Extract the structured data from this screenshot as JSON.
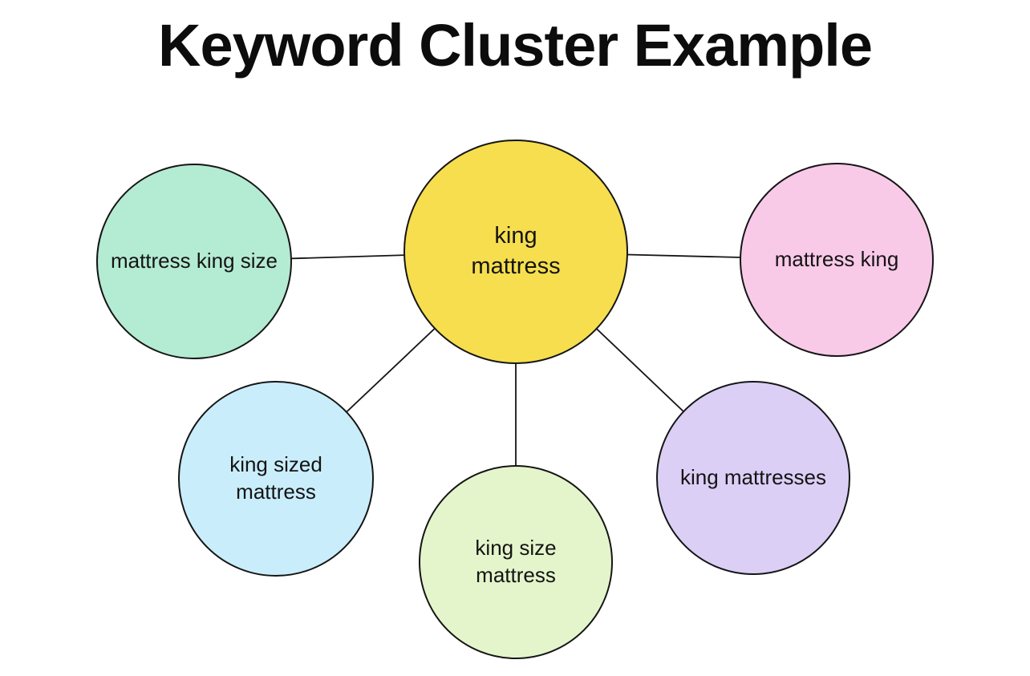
{
  "title": "Keyword Cluster Example",
  "colors": {
    "background": "#ffffff",
    "stroke": "#151515",
    "text": "#141414",
    "center_fill": "#F6DE4E",
    "mattress_king_size_fill": "#B4EBD3",
    "mattress_king_fill": "#F9CAE8",
    "king_sized_mattress_fill": "#CAEDFB",
    "king_size_mattress_fill": "#E4F5CB",
    "king_mattresses_fill": "#DCCFF5"
  },
  "cluster": {
    "center": {
      "id": "king-mattress",
      "label": "king mattress"
    },
    "nodes": [
      {
        "id": "mattress-king-size",
        "label": "mattress king size"
      },
      {
        "id": "mattress-king",
        "label": "mattress king"
      },
      {
        "id": "king-sized-mattress",
        "label": "king sized mattress"
      },
      {
        "id": "king-size-mattress",
        "label": "king size mattress"
      },
      {
        "id": "king-mattresses",
        "label": "king mattresses"
      }
    ],
    "edges": [
      {
        "from": "king-mattress",
        "to": "mattress-king-size"
      },
      {
        "from": "king-mattress",
        "to": "mattress-king"
      },
      {
        "from": "king-mattress",
        "to": "king-sized-mattress"
      },
      {
        "from": "king-mattress",
        "to": "king-size-mattress"
      },
      {
        "from": "king-mattress",
        "to": "king-mattresses"
      }
    ]
  }
}
